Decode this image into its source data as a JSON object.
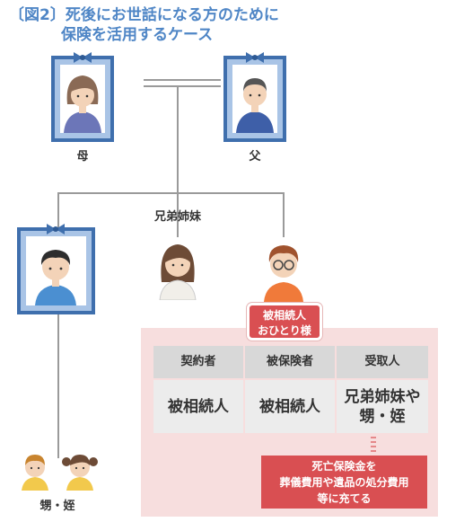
{
  "title": {
    "line1": "〔図2〕死後にお世話になる方のために",
    "line2": "保険を活用するケース"
  },
  "people": {
    "mother_label": "母",
    "father_label": "父",
    "siblings_label": "兄弟姉妹",
    "nephews_label": "甥・姪"
  },
  "badge": {
    "line1": "被相続人",
    "line2": "おひとり様"
  },
  "table": {
    "headers": [
      "契約者",
      "被保険者",
      "受取人"
    ],
    "cells": [
      "被相続人",
      "被相続人",
      "兄弟姉妹や\n甥・姪"
    ],
    "cell3_line1": "兄弟姉妹や",
    "cell3_line2": "甥・姪"
  },
  "note": {
    "line1": "死亡保険金を",
    "line2": "葬儀費用や遺品の処分費用",
    "line3": "等に充てる"
  },
  "colors": {
    "title_blue": "#4f86c6",
    "frame_blue": "#3f6fad",
    "accent_red": "#d94f52",
    "pink_bg": "#f7dede"
  }
}
